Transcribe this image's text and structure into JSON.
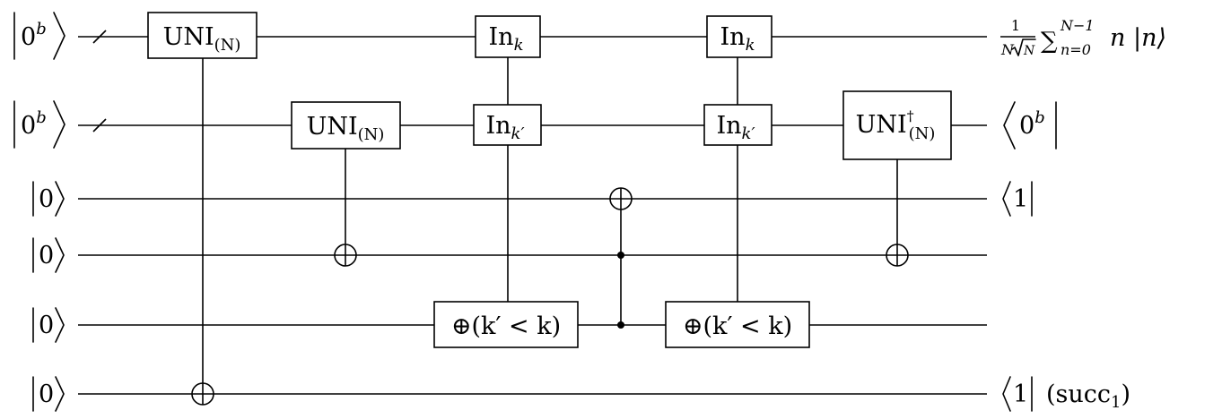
{
  "circuit": {
    "inputs": [
      {
        "value": "0",
        "superscript": "b"
      },
      {
        "value": "0",
        "superscript": "b"
      },
      {
        "value": "0"
      },
      {
        "value": "0"
      },
      {
        "value": "0"
      },
      {
        "value": "0"
      }
    ],
    "gates": {
      "uni": {
        "label": "UNI",
        "subscript": "(N)"
      },
      "in_k": {
        "label": "In",
        "subscript": "k"
      },
      "in_kprime": {
        "label": "In",
        "subscript": "k′"
      },
      "compare": {
        "label": "⊕(k′ < k)"
      },
      "uni_dagger": {
        "label": "UNI",
        "superscript": "†",
        "subscript": "(N)"
      }
    },
    "outputs": {
      "q0": {
        "frac_num": "1",
        "frac_den": "N",
        "sqrt_arg": "N",
        "sum_sym": "∑",
        "sum_upper": "N−1",
        "sum_lower": "n=0",
        "term": "n |n⟩"
      },
      "q1": {
        "value": "0",
        "superscript": "b"
      },
      "q2": {
        "value": "1"
      },
      "q5": {
        "value": "1",
        "note": "(succ",
        "note_sub": "1",
        "note_close": ")"
      }
    }
  }
}
